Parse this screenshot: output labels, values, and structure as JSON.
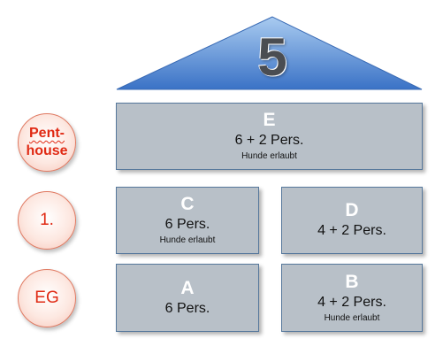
{
  "house": {
    "number": "5",
    "colors": {
      "roof_top": "#9ec3ec",
      "roof_bottom": "#3a74c8",
      "unit_fill": "#b8c0c8",
      "unit_border": "#56789c",
      "floor_text": "#e02a14"
    }
  },
  "floors": {
    "penthouse": {
      "line1": "Pent-",
      "line2": "house"
    },
    "first": {
      "label": "1."
    },
    "ground": {
      "label": "EG"
    }
  },
  "units": {
    "E": {
      "letter": "E",
      "capacity": "6 + 2 Pers.",
      "note": "Hunde erlaubt"
    },
    "C": {
      "letter": "C",
      "capacity": "6 Pers.",
      "note": "Hunde erlaubt"
    },
    "D": {
      "letter": "D",
      "capacity": "4 + 2 Pers."
    },
    "A": {
      "letter": "A",
      "capacity": "6 Pers."
    },
    "B": {
      "letter": "B",
      "capacity": "4 + 2 Pers.",
      "note": "Hunde erlaubt"
    }
  }
}
